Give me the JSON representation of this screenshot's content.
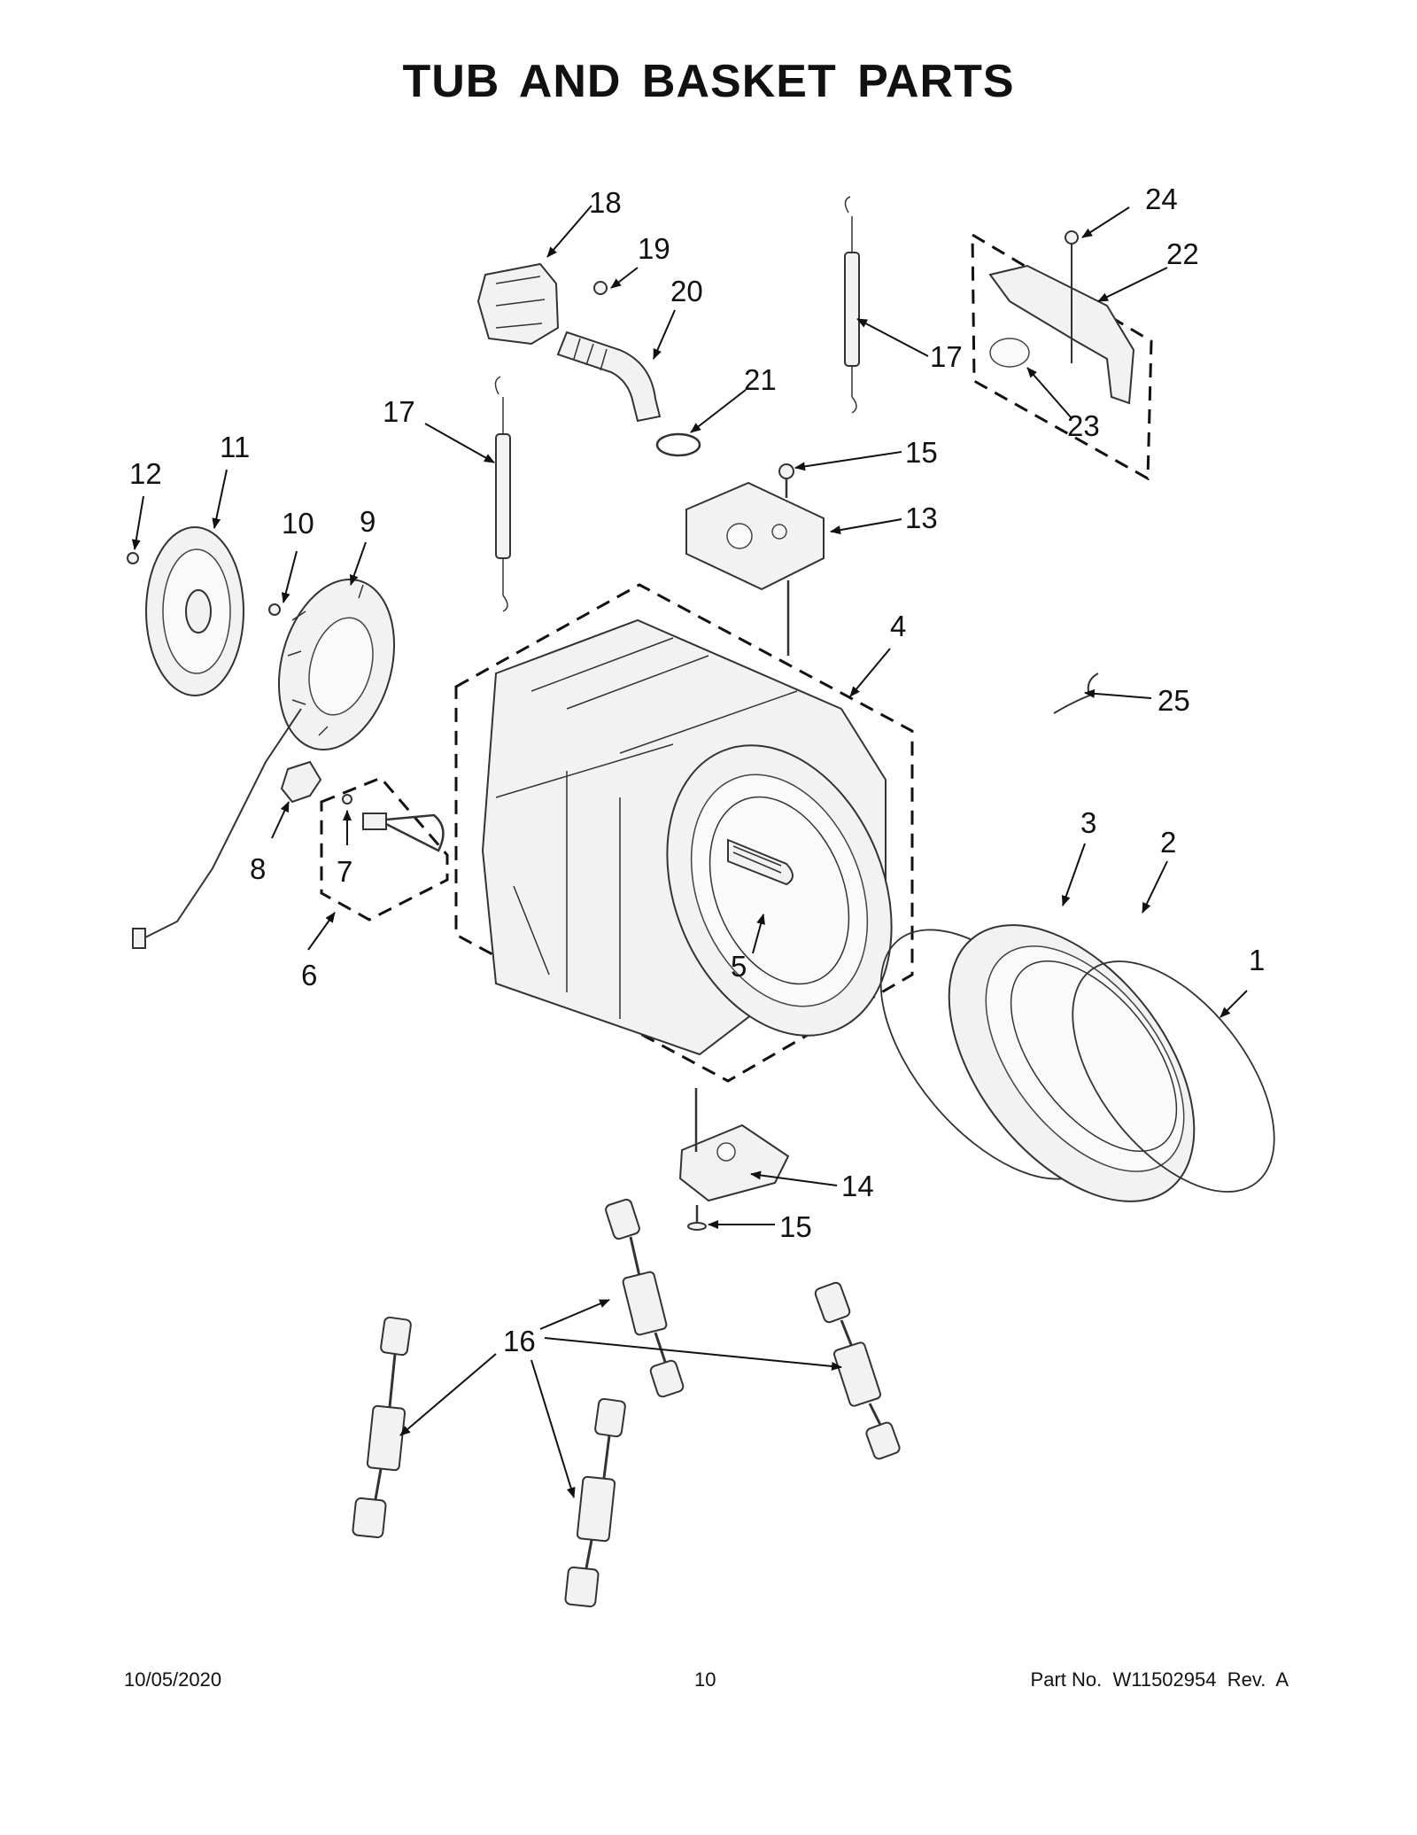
{
  "page": {
    "title": "TUB AND BASKET PARTS",
    "date": "10/05/2020",
    "page_number": "10",
    "part_no": "Part No.  W11502954  Rev.  A"
  },
  "callouts": [
    "1",
    "2",
    "3",
    "4",
    "5",
    "6",
    "7",
    "8",
    "9",
    "10",
    "11",
    "12",
    "13",
    "14",
    "15",
    "16",
    "17",
    "18",
    "19",
    "20",
    "21",
    "22",
    "23",
    "24",
    "25"
  ]
}
